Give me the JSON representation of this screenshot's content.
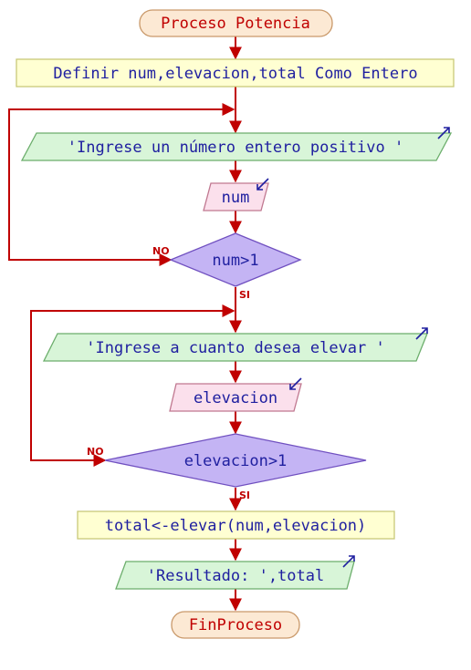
{
  "colors": {
    "arrow": "#c00000",
    "terminal_fill": "#fce9d4",
    "terminal_stroke": "#c9996a",
    "terminal_text": "#c00000",
    "process_fill": "#ffffd2",
    "process_stroke": "#c8c878",
    "process_text": "#2020a0",
    "output_fill": "#d8f5d8",
    "output_stroke": "#6cae6c",
    "output_text": "#2020a0",
    "input_fill": "#fbe0ec",
    "input_stroke": "#c07890",
    "input_text": "#2020a0",
    "decision_fill": "#c4b4f4",
    "decision_stroke": "#7050c0",
    "decision_text": "#2020a0",
    "io_icon": "#2020a0",
    "label": "#c00000"
  },
  "flow": {
    "start": "Proceso Potencia",
    "define": "Definir num,elevacion,total Como Entero",
    "prompt_num": "'Ingrese un número entero positivo '",
    "read_num": "num",
    "cond_num": "num>1",
    "cond_num_no": "NO",
    "cond_num_yes": "SI",
    "prompt_elev": "'Ingrese a cuanto desea elevar '",
    "read_elev": "elevacion",
    "cond_elev": "elevacion>1",
    "cond_elev_no": "NO",
    "cond_elev_yes": "SI",
    "assign": "total<-elevar(num,elevacion)",
    "output_result": "'Resultado: ',total",
    "end": "FinProceso"
  }
}
